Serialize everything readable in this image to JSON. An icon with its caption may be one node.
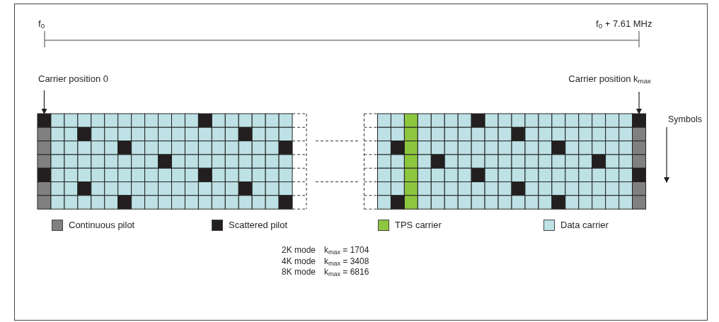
{
  "diagram": {
    "nodes": [
      {
        "text": [
          "Carrier position 0"
        ]
      },
      {
        "text": [
          "Carrier position k$_{max}$"
        ]
      },
      {
        "text": [],
        "shape": "box"
      },
      {
        "text": [],
        "shape": "box"
      }
    ],
    "edges": [
      {
        "from": 0,
        "to": 2,
        "arrow": "to"
      },
      {
        "from": 1,
        "to": 3,
        "arrow": "to"
      }
    ],
    "labels": [
      "f$_{0}$",
      "f$_{0}$ + 7.61 MHz",
      "Symbols",
      "2K mode",
      "k$_{max}$ = 1704",
      "4K mode",
      "k$_{max}$ = 3408",
      "8K mode",
      "k$_{max}$ = 6816"
    ],
    "legend": [
      {
        "text": "Continuous pilot",
        "color": "#808080"
      },
      {
        "text": "Scattered pilot",
        "color": "#231f20"
      },
      {
        "text": "TPS carrier",
        "color": "#8dc63f"
      },
      {
        "text": "Data carrier",
        "color": "#bde1e4"
      }
    ]
  }
}
